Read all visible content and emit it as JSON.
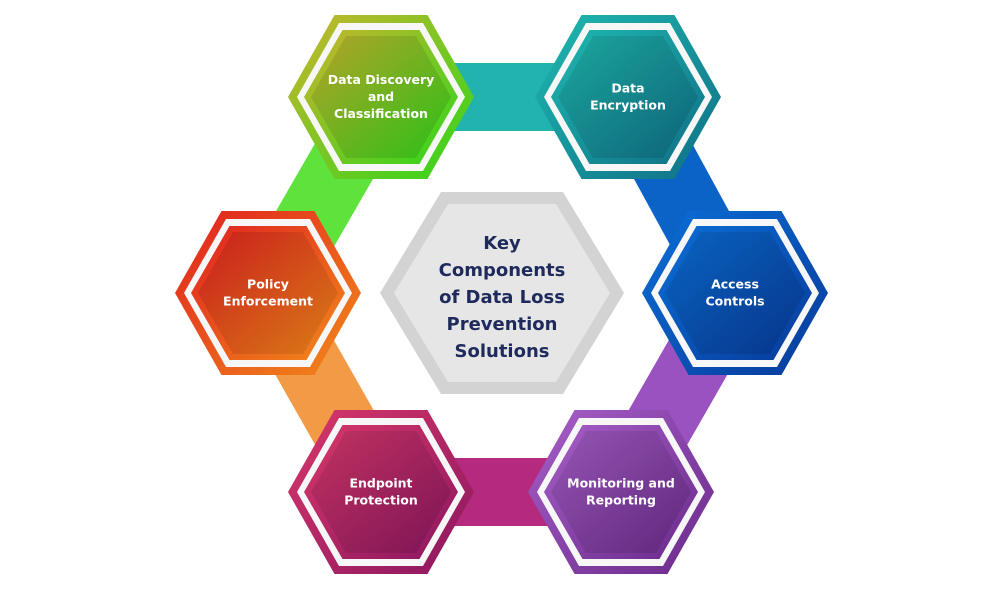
{
  "title": "Key Components of Data Loss Prevention Solutions",
  "title_lines": [
    "Key",
    "Components",
    "of Data Loss",
    "Prevention",
    "Solutions"
  ],
  "components": [
    {
      "id": "data-discovery",
      "lines": [
        "Data Discovery",
        "and",
        "Classification"
      ],
      "colors": [
        "#c9b52e",
        "#2fd61a"
      ]
    },
    {
      "id": "data-encryption",
      "lines": [
        "Data",
        "Encryption"
      ],
      "colors": [
        "#1fb9b0",
        "#0f6f86"
      ]
    },
    {
      "id": "access-controls",
      "lines": [
        "Access",
        "Controls"
      ],
      "colors": [
        "#0a6fd6",
        "#083a9a"
      ]
    },
    {
      "id": "monitoring-reporting",
      "lines": [
        "Monitoring and",
        "Reporting"
      ],
      "colors": [
        "#a65fc8",
        "#6a2a8a"
      ]
    },
    {
      "id": "endpoint-protection",
      "lines": [
        "Endpoint",
        "Protection"
      ],
      "colors": [
        "#d8386a",
        "#8a1660"
      ]
    },
    {
      "id": "policy-enforcement",
      "lines": [
        "Policy",
        "Enforcement"
      ],
      "colors": [
        "#e02020",
        "#f28a1a"
      ]
    }
  ],
  "connector_colors": [
    "#23b3ae",
    "#0b63c8",
    "#9a52c0",
    "#b52a7e",
    "#f29a45",
    "#5fe33c"
  ]
}
